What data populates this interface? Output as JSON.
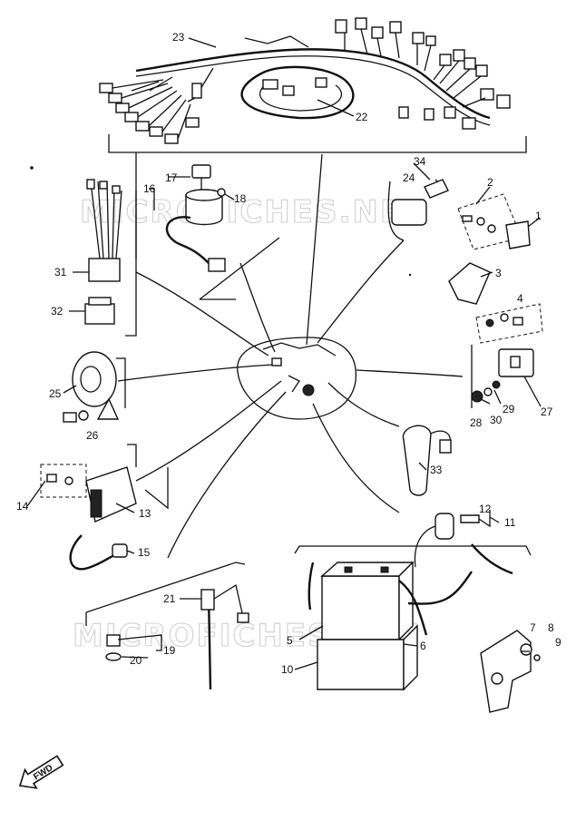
{
  "watermark": "MICROFICHES.NET",
  "fwd_label": "FWD",
  "callouts": {
    "c1": "1",
    "c2": "2",
    "c3": "3",
    "c4": "4",
    "c5": "5",
    "c6": "6",
    "c7": "7",
    "c8": "8",
    "c9": "9",
    "c10": "10",
    "c11": "11",
    "c12": "12",
    "c13": "13",
    "c14": "14",
    "c15": "15",
    "c16": "16",
    "c17": "17",
    "c18": "18",
    "c19": "19",
    "c20": "20",
    "c21": "21",
    "c22": "22",
    "c23": "23",
    "c24": "24",
    "c25": "25",
    "c26": "26",
    "c27": "27",
    "c28": "28",
    "c29": "29",
    "c30": "30",
    "c31": "31",
    "c32": "32",
    "c33": "33",
    "c34": "34"
  }
}
